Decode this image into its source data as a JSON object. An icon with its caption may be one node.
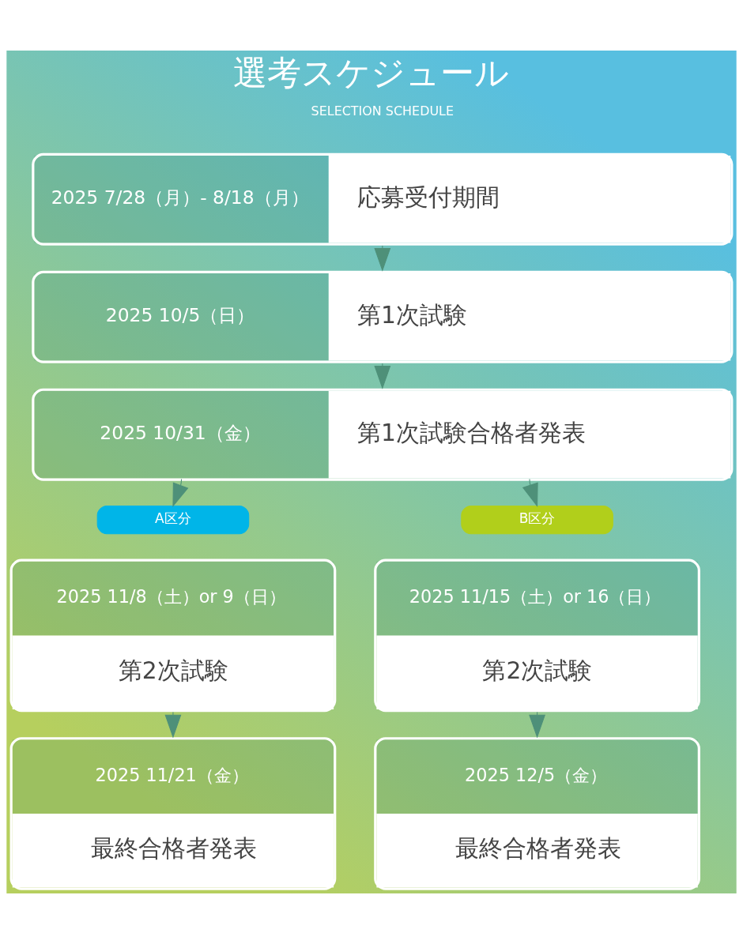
{
  "diagram": {
    "title": "選考スケジュール",
    "nodes": [
      {
        "text": [
          "2025 7/28（月）- 8/18（月）",
          "応募受付期間"
        ]
      },
      {
        "text": [
          "2025 10/5（日）",
          "第1次試験"
        ]
      },
      {
        "text": [
          "2025 10/31（金）",
          "第1次試験合格者発表"
        ]
      },
      {
        "text": [
          "A区分"
        ]
      },
      {
        "text": [
          "B区分"
        ]
      },
      {
        "text": [
          "2025 11/8（土）or 9（日）",
          "第2次試験"
        ]
      },
      {
        "text": [
          "2025 11/15（土）or 16（日）",
          "第2次試験"
        ]
      },
      {
        "text": [
          "2025 11/21（金）",
          "最終合格者発表"
        ]
      },
      {
        "text": [
          "2025 12/5（金）",
          "最終合格者発表"
        ]
      }
    ],
    "edges": [
      {
        "from": 0,
        "to": 1,
        "arrow": "to"
      },
      {
        "from": 1,
        "to": 2,
        "arrow": "to"
      },
      {
        "from": 2,
        "to": 3,
        "arrow": "to"
      },
      {
        "from": 2,
        "to": 4,
        "arrow": "to"
      },
      {
        "from": 5,
        "to": 7,
        "arrow": "to"
      },
      {
        "from": 6,
        "to": 8,
        "arrow": "to"
      }
    ],
    "labels": [
      "SELECTION SCHEDULE"
    ]
  }
}
